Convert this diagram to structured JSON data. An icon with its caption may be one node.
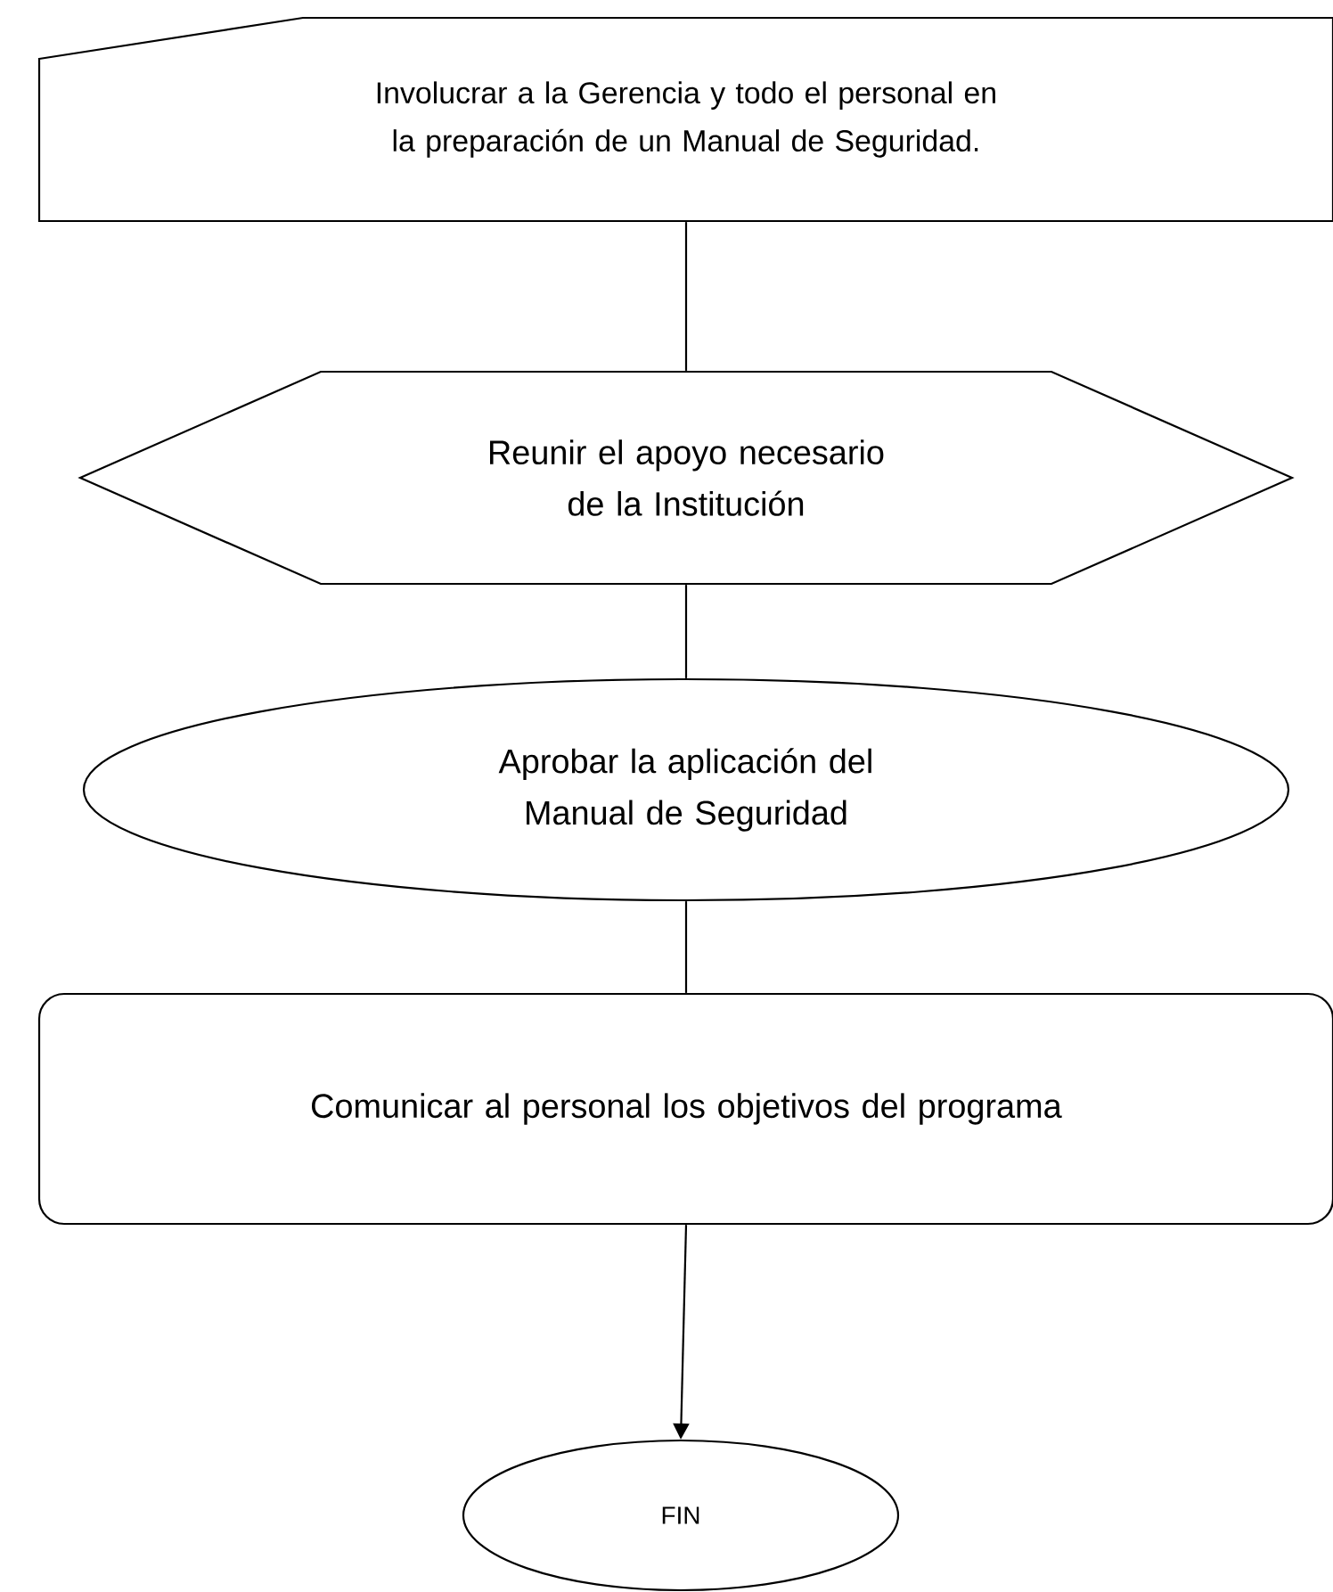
{
  "diagram": {
    "nodes": [
      {
        "text": [
          "Involucrar a la Gerencia y todo el personal en la preparación de un Manual de Seguridad."
        ]
      },
      {
        "text": [
          "Reunir el apoyo necesario de la Institución"
        ]
      },
      {
        "text": [
          "Aprobar la aplicación del Manual de Seguridad"
        ]
      },
      {
        "text": [
          "Comunicar al personal los objetivos del programa"
        ]
      },
      {
        "text": [
          "FIN"
        ]
      }
    ],
    "edges": [
      {
        "from": 0,
        "to": 1,
        "arrow": "none"
      },
      {
        "from": 1,
        "to": 2,
        "arrow": "none"
      },
      {
        "from": 2,
        "to": 3,
        "arrow": "none"
      },
      {
        "from": 3,
        "to": 4,
        "arrow": "to"
      }
    ]
  }
}
